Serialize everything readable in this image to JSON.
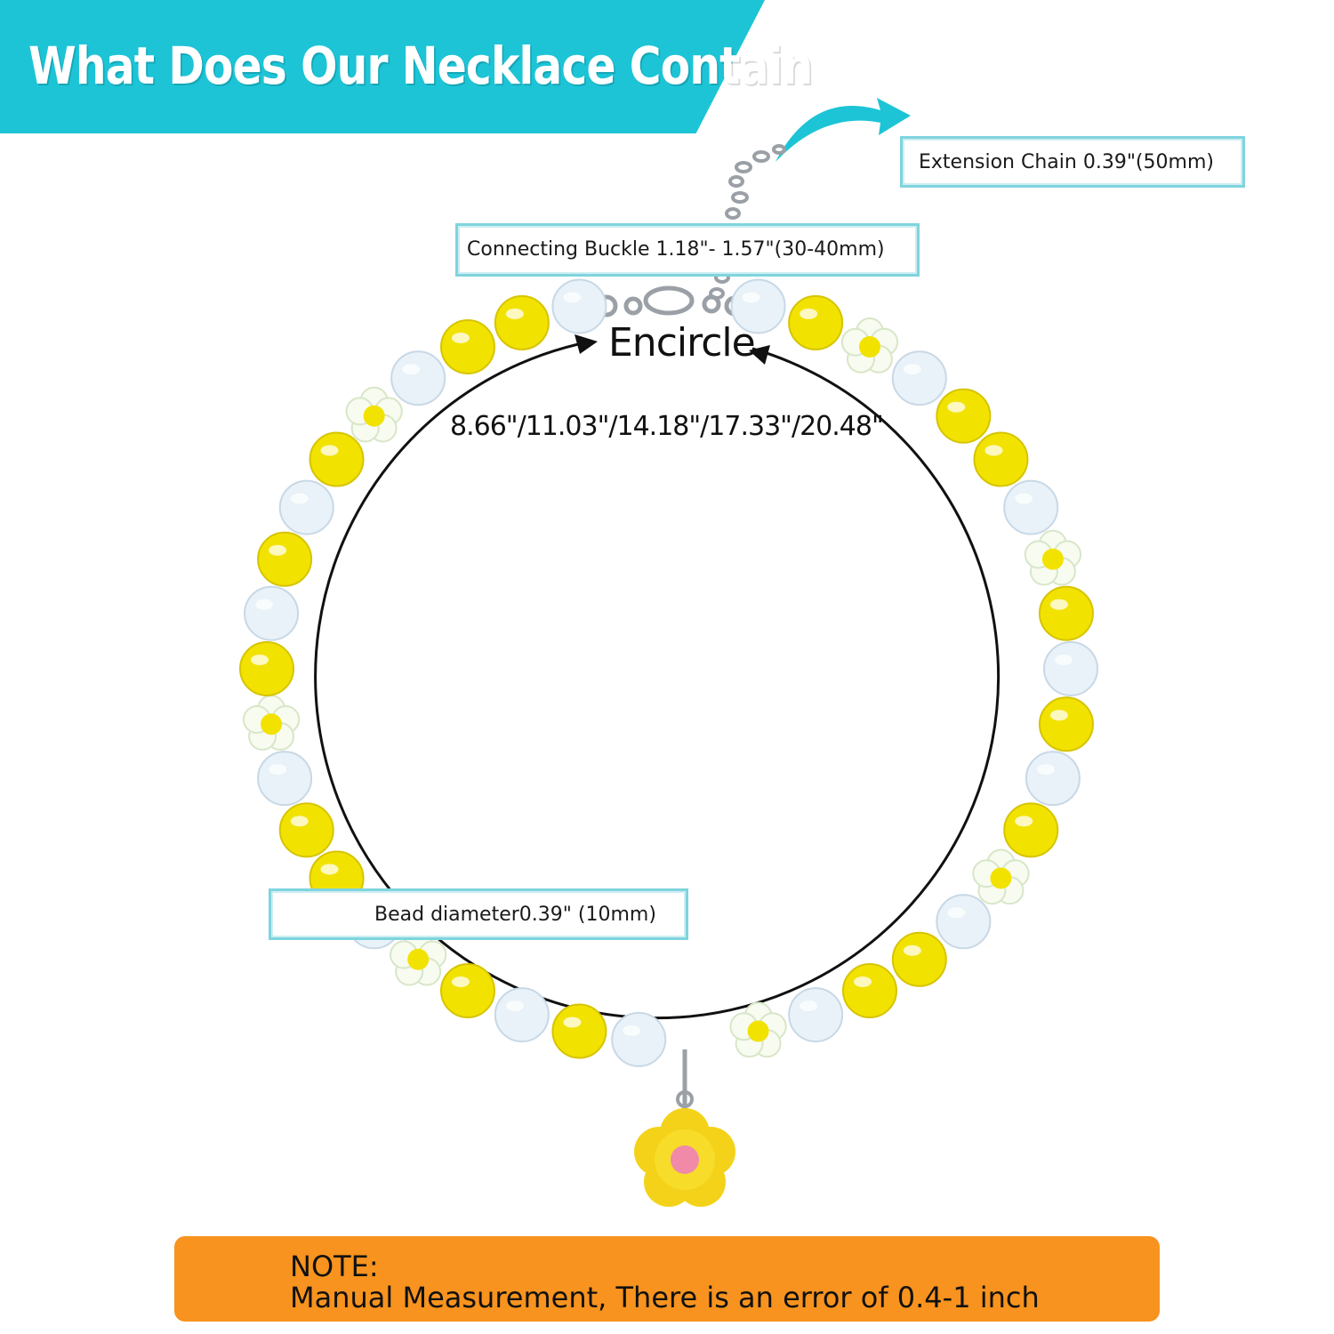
{
  "banner": {
    "title": "What Does Our Necklace Contain"
  },
  "labels": {
    "extension_chain": "Extension Chain 0.39\"(50mm)",
    "connecting_buckle": "Connecting Buckle 1.18\"- 1.57\"(30-40mm)",
    "bead_diameter": "Bead diameter0.39\"  (10mm)"
  },
  "encircle": {
    "label": "Encircle",
    "sizes": "8.66\"/11.03\"/14.18\"/17.33\"/20.48\""
  },
  "note": {
    "title": "NOTE:",
    "text": "Manual Measurement, There is an error of 0.4-1 inch"
  },
  "colors": {
    "banner": "#1cc4d6",
    "label_border": "#7fd4de",
    "note_bar": "#f7931e",
    "bead_yellow": "#f2e200",
    "bead_clear": "#e8f2f8",
    "pendant": "#f4d21a",
    "pendant_center": "#f08aa8"
  }
}
